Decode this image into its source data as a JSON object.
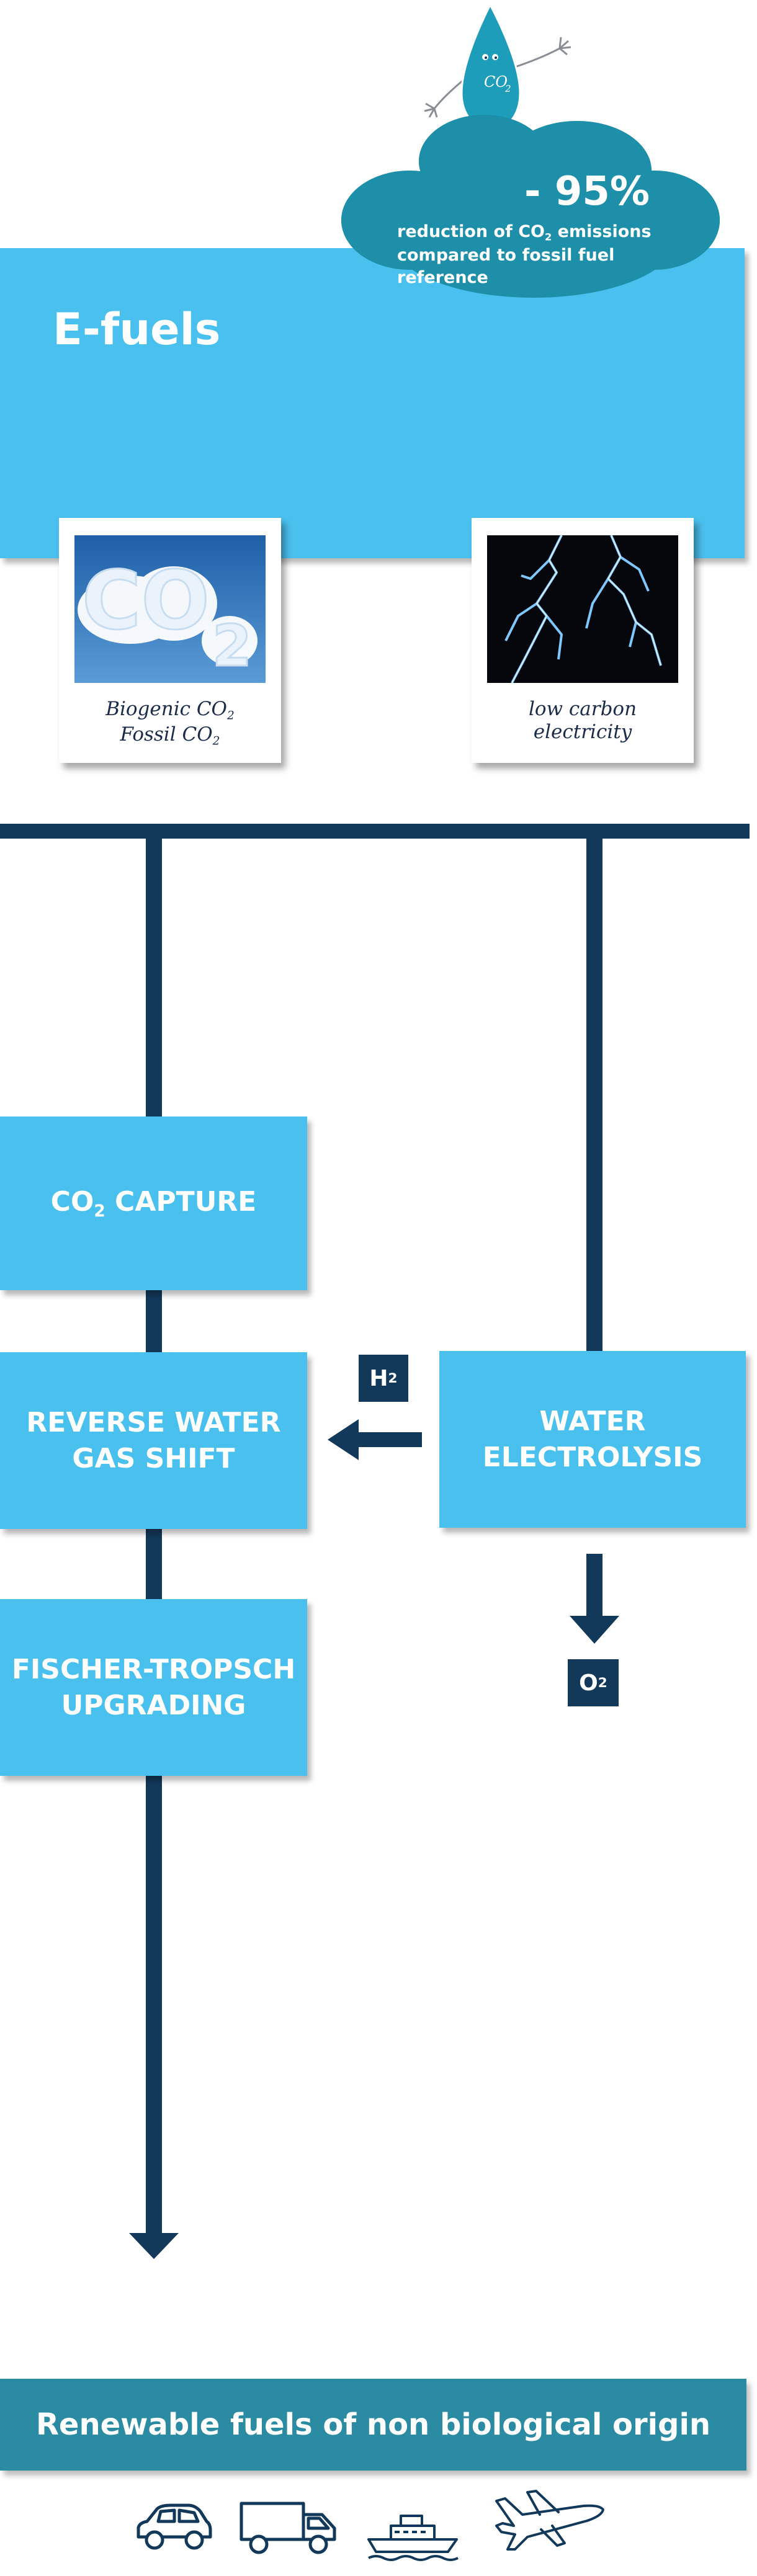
{
  "header": {
    "reduction_value": "- 95%",
    "reduction_line1_pre": "reduction of CO",
    "reduction_line1_sub": "2",
    "reduction_line1_post": " emissions",
    "reduction_line2": "compared to fossil fuel reference",
    "mascot_label": "CO",
    "mascot_label_sub": "2"
  },
  "panel": {
    "title": "E-fuels"
  },
  "inputs": [
    {
      "image_text": "CO",
      "image_sub": "2",
      "caption_line1": "Biogenic CO",
      "caption_line1_sub": "2",
      "caption_line2": "Fossil CO",
      "caption_line2_sub": "2"
    },
    {
      "caption_line1": "low carbon",
      "caption_line2": "electricity"
    }
  ],
  "process": {
    "co2_capture_pre": "CO",
    "co2_capture_sub": "2",
    "co2_capture_post": " CAPTURE",
    "rwgs_line1": "REVERSE WATER",
    "rwgs_line2": "GAS SHIFT",
    "electrolysis_line1": "WATER",
    "electrolysis_line2": "ELECTROLYSIS",
    "ft_line1": "FISCHER-TROPSCH",
    "ft_line2": "UPGRADING",
    "h2_label": "H",
    "h2_sub": "2",
    "o2_label": "O",
    "o2_sub": "2"
  },
  "output": {
    "title": "Renewable fuels of non biological origin",
    "icons": [
      "car-icon",
      "truck-icon",
      "ship-icon",
      "airplane-icon"
    ]
  },
  "colors": {
    "light_blue": "#4ac0ee",
    "teal": "#1e8fa8",
    "navy": "#12385a",
    "output_bar": "#2a8ba3"
  }
}
